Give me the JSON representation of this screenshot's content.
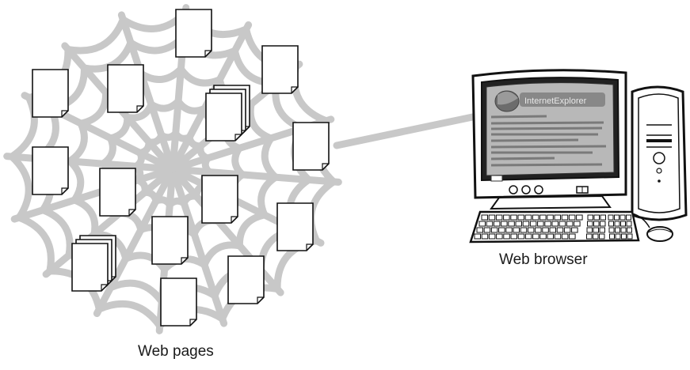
{
  "diagram": {
    "web_label": "Web pages",
    "browser_label": "Web browser",
    "screen_logo_text": "InternetExplorer",
    "colors": {
      "web": "#c8c8c8",
      "ink": "#111111",
      "paper": "#ffffff",
      "screen": "#b8b8b8",
      "link": "#c8c8c8"
    }
  }
}
